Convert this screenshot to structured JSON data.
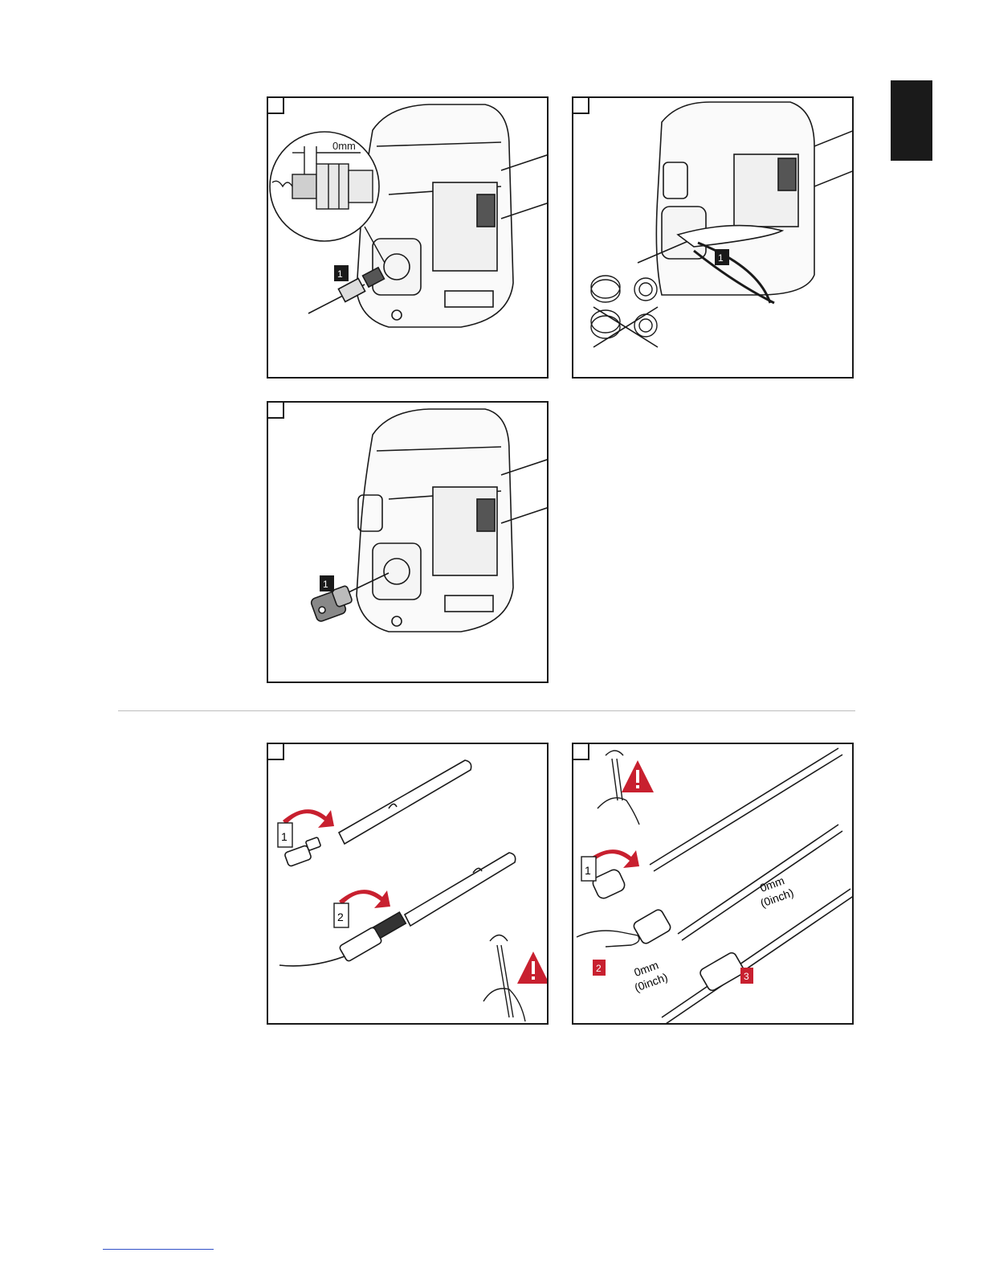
{
  "panels": {
    "p1": {
      "dimension": "0mm",
      "arrow_step": "1"
    },
    "p2": {
      "arrow_step": "1"
    },
    "p3": {
      "arrow_step": "1"
    },
    "p4": {
      "step1": "1",
      "step2": "2"
    },
    "p5": {
      "step1": "1",
      "step2": "2",
      "step3": "3",
      "dim_a_mm": "0mm",
      "dim_a_inch": "(0inch)",
      "dim_b_mm": "0mm",
      "dim_b_inch": "(0inch)"
    }
  },
  "colors": {
    "warning_red": "#c8202f",
    "line": "#1a1a1a",
    "tab": "#1a1a1a"
  },
  "icons": [
    "magnifier-callout-icon",
    "wrench-icon",
    "warning-triangle-icon",
    "rotate-arrow-icon",
    "pliers-icon",
    "spring-icon"
  ]
}
